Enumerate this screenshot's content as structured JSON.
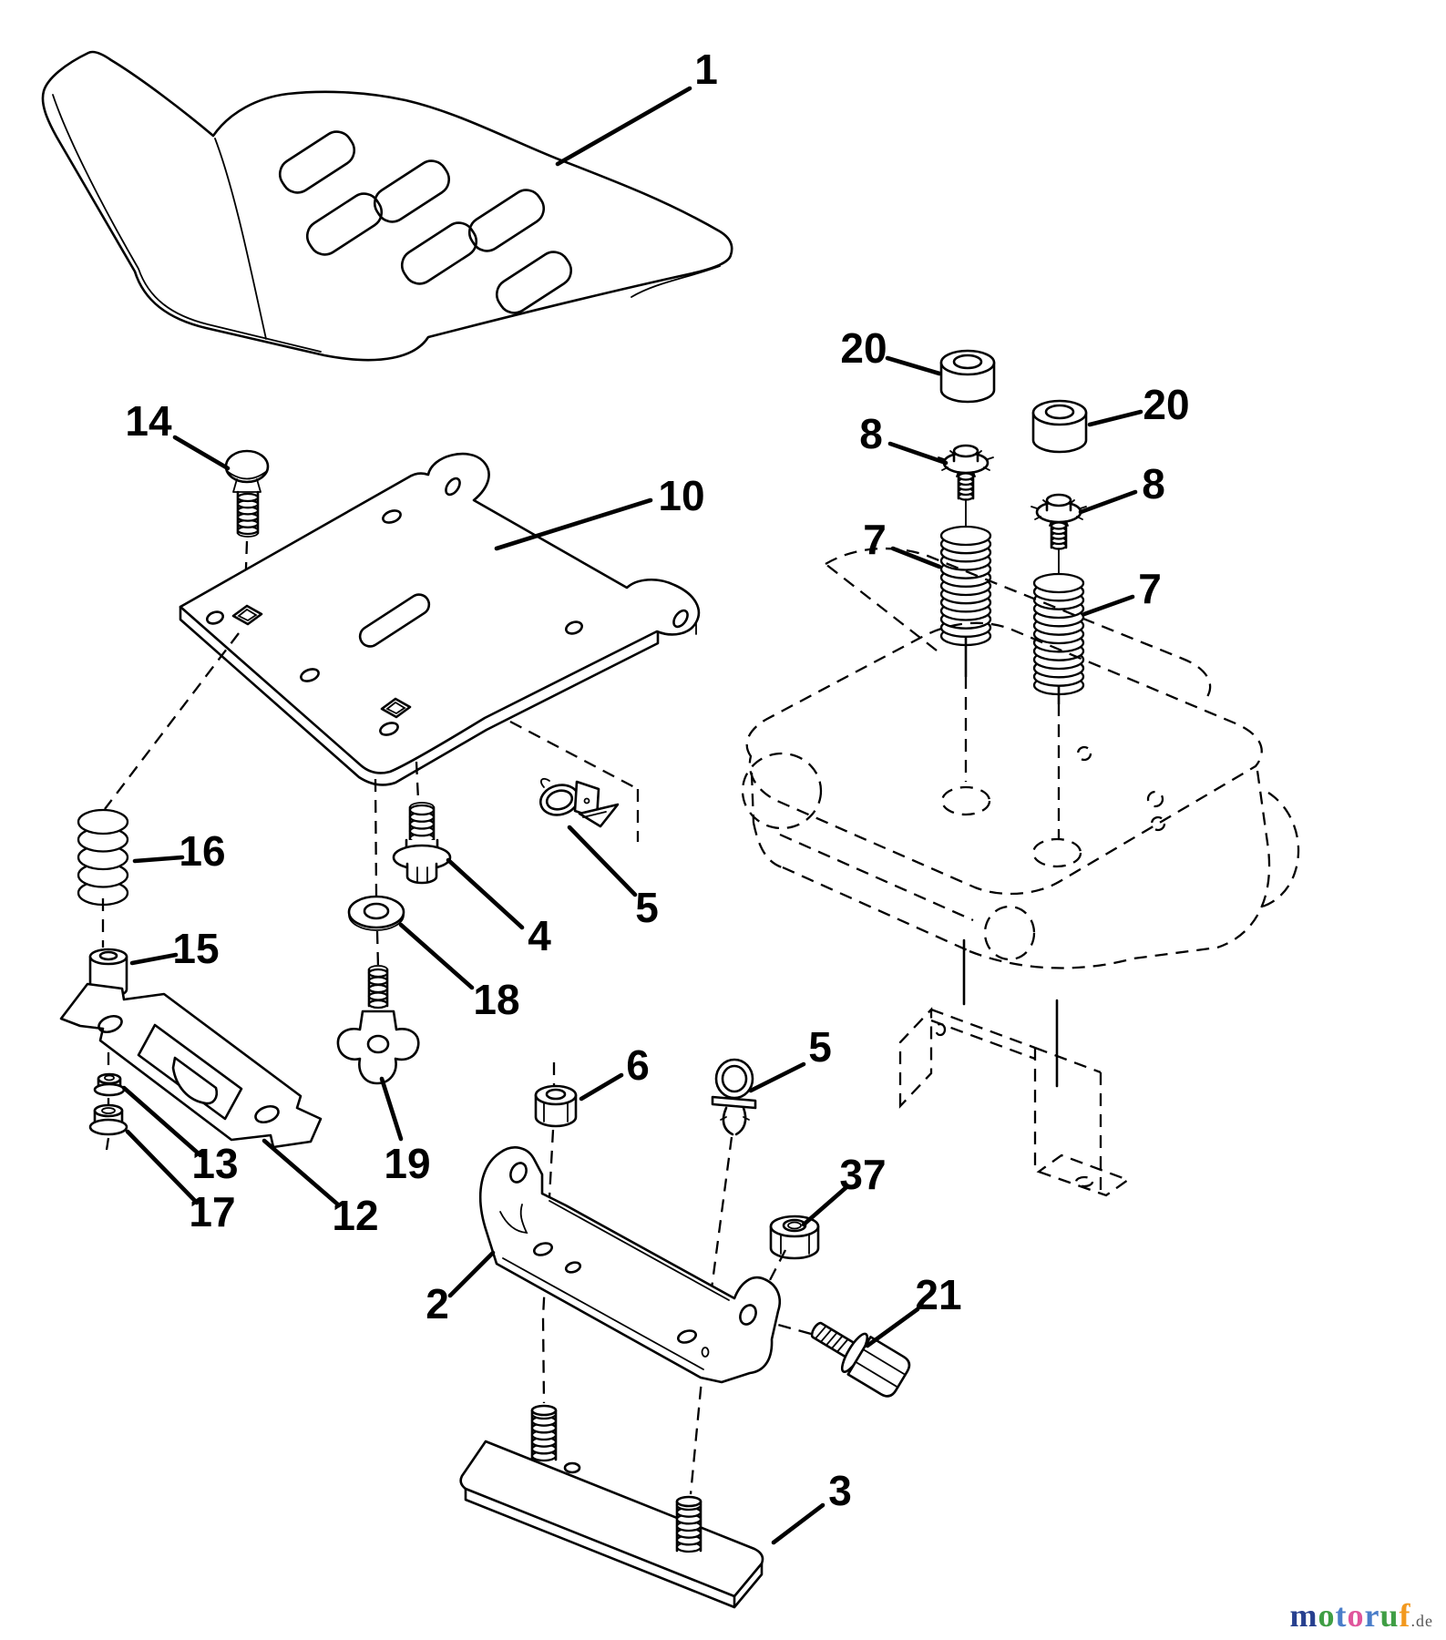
{
  "figure": {
    "kind": "exploded-parts-diagram",
    "background_color": "#ffffff",
    "line_color": "#000000"
  },
  "callouts": [
    {
      "part": "1"
    },
    {
      "part": "14"
    },
    {
      "part": "10"
    },
    {
      "part": "20"
    },
    {
      "part": "20"
    },
    {
      "part": "8"
    },
    {
      "part": "8"
    },
    {
      "part": "7"
    },
    {
      "part": "7"
    },
    {
      "part": "16"
    },
    {
      "part": "15"
    },
    {
      "part": "4"
    },
    {
      "part": "18"
    },
    {
      "part": "5"
    },
    {
      "part": "5"
    },
    {
      "part": "6"
    },
    {
      "part": "13"
    },
    {
      "part": "17"
    },
    {
      "part": "12"
    },
    {
      "part": "19"
    },
    {
      "part": "37"
    },
    {
      "part": "2"
    },
    {
      "part": "21"
    },
    {
      "part": "3"
    }
  ],
  "watermark": {
    "letters": [
      {
        "ch": "m",
        "color": "#27408f"
      },
      {
        "ch": "o",
        "color": "#3f9e44"
      },
      {
        "ch": "t",
        "color": "#4a7dc9"
      },
      {
        "ch": "o",
        "color": "#e0559c"
      },
      {
        "ch": "r",
        "color": "#4a7dc9"
      },
      {
        "ch": "u",
        "color": "#3f9e44"
      },
      {
        "ch": "f",
        "color": "#f2991f"
      }
    ],
    "suffix": {
      "text": ".de",
      "color": "#555555"
    }
  }
}
